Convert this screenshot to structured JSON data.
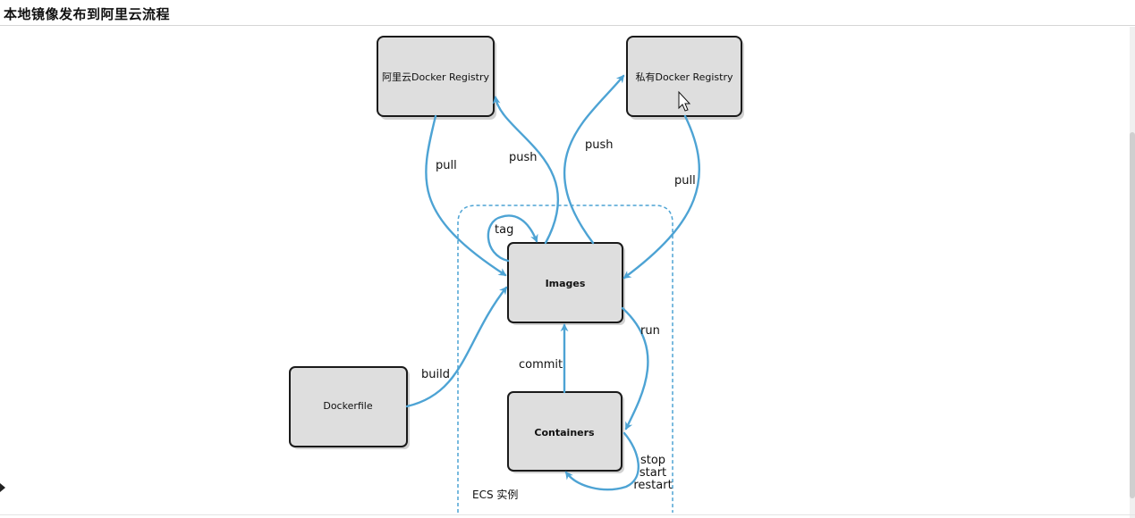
{
  "page": {
    "title": "本地镜像发布到阿里云流程"
  },
  "diagram": {
    "nodes": {
      "aliyun_registry": "阿里云Docker Registry",
      "private_registry": "私有Docker Registry",
      "images": "Images",
      "dockerfile": "Dockerfile",
      "containers": "Containers"
    },
    "edges": {
      "pull_aliyun": "pull",
      "push_aliyun": "push",
      "push_private": "push",
      "pull_private": "pull",
      "tag": "tag",
      "build": "build",
      "commit": "commit",
      "run": "run",
      "stop": "stop",
      "start": "start",
      "restart": "restart"
    },
    "group": {
      "label": "ECS 实例"
    },
    "colors": {
      "edge": "#4da3d4",
      "node_fill": "#dedede",
      "node_border": "#1a1a1a"
    }
  }
}
